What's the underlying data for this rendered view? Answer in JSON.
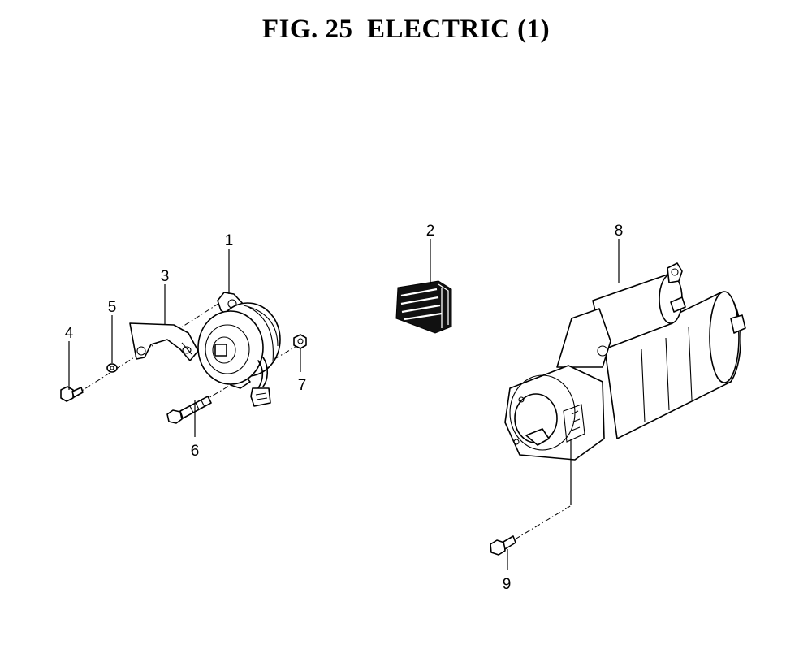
{
  "title": "FIG. 25  ELECTRIC (1)",
  "callouts": {
    "c1": "1",
    "c2": "2",
    "c3": "3",
    "c4": "4",
    "c5": "5",
    "c6": "6",
    "c7": "7",
    "c8": "8",
    "c9": "9"
  }
}
